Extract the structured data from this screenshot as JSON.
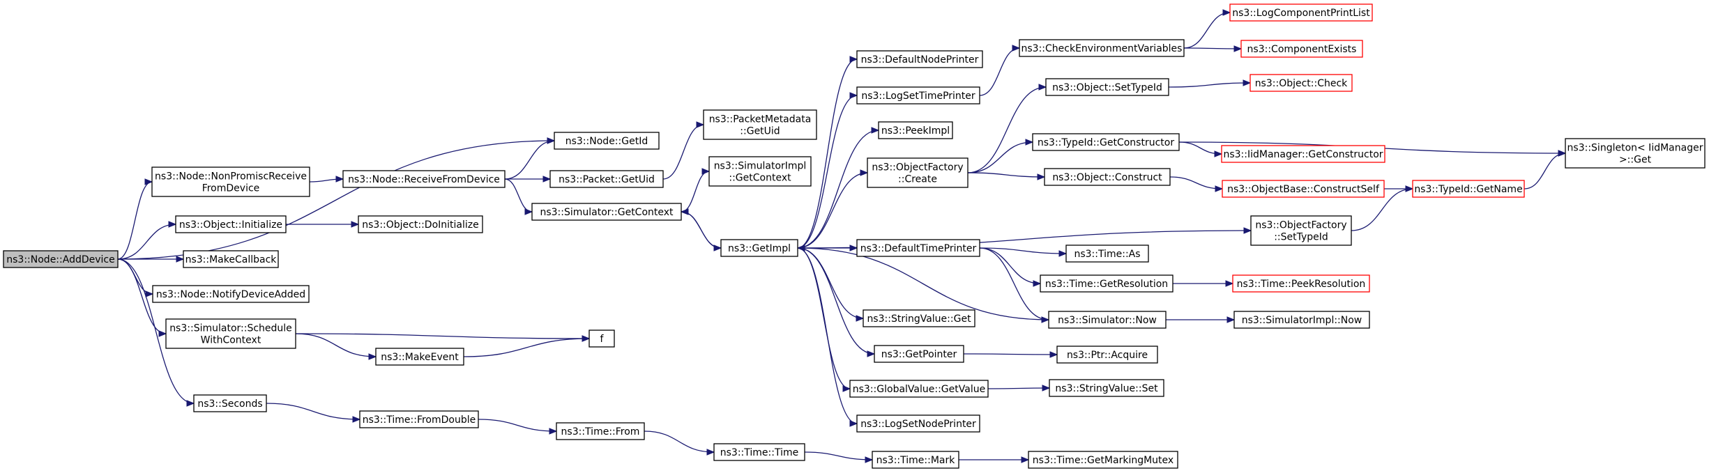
{
  "diagram": {
    "type": "call-graph",
    "colors": {
      "edge": "#191970",
      "node_border": "#000000",
      "undocumented_border": "#ff0000",
      "root_fill": "#bfbfbf",
      "node_fill": "#ffffff"
    },
    "nodes": [
      {
        "id": "root",
        "lines": [
          "ns3::Node::AddDevice"
        ],
        "style": "root"
      },
      {
        "id": "nodeGetId",
        "lines": [
          "ns3::Node::GetId"
        ],
        "style": "normal"
      },
      {
        "id": "nonPromisc",
        "lines": [
          "ns3::Node::NonPromiscReceive",
          "FromDevice"
        ],
        "style": "normal"
      },
      {
        "id": "receiveFrom",
        "lines": [
          "ns3::Node::ReceiveFromDevice"
        ],
        "style": "normal"
      },
      {
        "id": "packetGetUid",
        "lines": [
          "ns3::Packet::GetUid"
        ],
        "style": "normal"
      },
      {
        "id": "pmGetUid",
        "lines": [
          "ns3::PacketMetadata",
          "::GetUid"
        ],
        "style": "normal"
      },
      {
        "id": "simGetContext",
        "lines": [
          "ns3::Simulator::GetContext"
        ],
        "style": "normal"
      },
      {
        "id": "simImplGetContext",
        "lines": [
          "ns3::SimulatorImpl",
          "::GetContext"
        ],
        "style": "normal"
      },
      {
        "id": "objInit",
        "lines": [
          "ns3::Object::Initialize"
        ],
        "style": "normal"
      },
      {
        "id": "objDoInit",
        "lines": [
          "ns3::Object::DoInitialize"
        ],
        "style": "normal"
      },
      {
        "id": "makeCallback",
        "lines": [
          "ns3::MakeCallback"
        ],
        "style": "normal"
      },
      {
        "id": "notifyDevice",
        "lines": [
          "ns3::Node::NotifyDeviceAdded"
        ],
        "style": "normal"
      },
      {
        "id": "schedule",
        "lines": [
          "ns3::Simulator::Schedule",
          "WithContext"
        ],
        "style": "normal"
      },
      {
        "id": "makeEvent",
        "lines": [
          "ns3::MakeEvent"
        ],
        "style": "normal"
      },
      {
        "id": "f",
        "lines": [
          "f"
        ],
        "style": "normal"
      },
      {
        "id": "seconds",
        "lines": [
          "ns3::Seconds"
        ],
        "style": "normal"
      },
      {
        "id": "fromDouble",
        "lines": [
          "ns3::Time::FromDouble"
        ],
        "style": "normal"
      },
      {
        "id": "timeFrom",
        "lines": [
          "ns3::Time::From"
        ],
        "style": "normal"
      },
      {
        "id": "timeTime",
        "lines": [
          "ns3::Time::Time"
        ],
        "style": "normal"
      },
      {
        "id": "timeMark",
        "lines": [
          "ns3::Time::Mark"
        ],
        "style": "normal"
      },
      {
        "id": "getMarkingMutex",
        "lines": [
          "ns3::Time::GetMarkingMutex"
        ],
        "style": "normal"
      },
      {
        "id": "getImpl",
        "lines": [
          "ns3::GetImpl"
        ],
        "style": "normal"
      },
      {
        "id": "defaultNodePrinter",
        "lines": [
          "ns3::DefaultNodePrinter"
        ],
        "style": "normal"
      },
      {
        "id": "logSetTimePrinter",
        "lines": [
          "ns3::LogSetTimePrinter"
        ],
        "style": "normal"
      },
      {
        "id": "peekImpl",
        "lines": [
          "ns3::PeekImpl"
        ],
        "style": "normal"
      },
      {
        "id": "objFactoryCreate",
        "lines": [
          "ns3::ObjectFactory",
          "::Create"
        ],
        "style": "normal"
      },
      {
        "id": "defaultTimePrinter",
        "lines": [
          "ns3::DefaultTimePrinter"
        ],
        "style": "normal"
      },
      {
        "id": "stringValueGet",
        "lines": [
          "ns3::StringValue::Get"
        ],
        "style": "normal"
      },
      {
        "id": "getPointer",
        "lines": [
          "ns3::GetPointer"
        ],
        "style": "normal"
      },
      {
        "id": "globalValueGet",
        "lines": [
          "ns3::GlobalValue::GetValue"
        ],
        "style": "normal"
      },
      {
        "id": "logSetNodePrinter",
        "lines": [
          "ns3::LogSetNodePrinter"
        ],
        "style": "normal"
      },
      {
        "id": "checkEnv",
        "lines": [
          "ns3::CheckEnvironmentVariables"
        ],
        "style": "normal"
      },
      {
        "id": "logCompPrint",
        "lines": [
          "ns3::LogComponentPrintList"
        ],
        "style": "undocumented"
      },
      {
        "id": "compExists",
        "lines": [
          "ns3::ComponentExists"
        ],
        "style": "undocumented"
      },
      {
        "id": "objSetTypeId",
        "lines": [
          "ns3::Object::SetTypeId"
        ],
        "style": "normal"
      },
      {
        "id": "objCheck",
        "lines": [
          "ns3::Object::Check"
        ],
        "style": "undocumented"
      },
      {
        "id": "typeIdGetCtor",
        "lines": [
          "ns3::TypeId::GetConstructor"
        ],
        "style": "normal"
      },
      {
        "id": "iidGetCtor",
        "lines": [
          "ns3::IidManager::GetConstructor"
        ],
        "style": "undocumented"
      },
      {
        "id": "objConstruct",
        "lines": [
          "ns3::Object::Construct"
        ],
        "style": "normal"
      },
      {
        "id": "objBaseConstructSelf",
        "lines": [
          "ns3::ObjectBase::ConstructSelf"
        ],
        "style": "undocumented"
      },
      {
        "id": "typeIdGetName",
        "lines": [
          "ns3::TypeId::GetName"
        ],
        "style": "undocumented"
      },
      {
        "id": "singletonGet",
        "lines": [
          "ns3::Singleton< IidManager",
          ">::Get"
        ],
        "style": "normal"
      },
      {
        "id": "objFactorySetTypeId",
        "lines": [
          "ns3::ObjectFactory",
          "::SetTypeId"
        ],
        "style": "normal"
      },
      {
        "id": "timeAs",
        "lines": [
          "ns3::Time::As"
        ],
        "style": "normal"
      },
      {
        "id": "timeGetRes",
        "lines": [
          "ns3::Time::GetResolution"
        ],
        "style": "normal"
      },
      {
        "id": "timePeekRes",
        "lines": [
          "ns3::Time::PeekResolution"
        ],
        "style": "undocumented"
      },
      {
        "id": "simNow",
        "lines": [
          "ns3::Simulator::Now"
        ],
        "style": "normal"
      },
      {
        "id": "simImplNow",
        "lines": [
          "ns3::SimulatorImpl::Now"
        ],
        "style": "normal"
      },
      {
        "id": "ptrAcquire",
        "lines": [
          "ns3::Ptr::Acquire"
        ],
        "style": "normal"
      },
      {
        "id": "stringValueSet",
        "lines": [
          "ns3::StringValue::Set"
        ],
        "style": "normal"
      }
    ],
    "edges": [
      [
        "root",
        "nodeGetId"
      ],
      [
        "root",
        "nonPromisc"
      ],
      [
        "root",
        "objInit"
      ],
      [
        "root",
        "makeCallback"
      ],
      [
        "root",
        "notifyDevice"
      ],
      [
        "root",
        "schedule"
      ],
      [
        "root",
        "seconds"
      ],
      [
        "nonPromisc",
        "receiveFrom"
      ],
      [
        "receiveFrom",
        "nodeGetId"
      ],
      [
        "receiveFrom",
        "packetGetUid"
      ],
      [
        "receiveFrom",
        "simGetContext"
      ],
      [
        "packetGetUid",
        "pmGetUid"
      ],
      [
        "simGetContext",
        "simImplGetContext"
      ],
      [
        "simGetContext",
        "getImpl"
      ],
      [
        "objInit",
        "objDoInit"
      ],
      [
        "schedule",
        "f"
      ],
      [
        "schedule",
        "makeEvent"
      ],
      [
        "makeEvent",
        "f"
      ],
      [
        "seconds",
        "fromDouble"
      ],
      [
        "fromDouble",
        "timeFrom"
      ],
      [
        "timeFrom",
        "timeTime"
      ],
      [
        "timeTime",
        "timeMark"
      ],
      [
        "timeMark",
        "getMarkingMutex"
      ],
      [
        "getImpl",
        "simGetContext"
      ],
      [
        "getImpl",
        "defaultNodePrinter"
      ],
      [
        "getImpl",
        "logSetTimePrinter"
      ],
      [
        "getImpl",
        "peekImpl"
      ],
      [
        "getImpl",
        "objFactoryCreate"
      ],
      [
        "getImpl",
        "objFactorySetTypeId"
      ],
      [
        "getImpl",
        "defaultTimePrinter"
      ],
      [
        "getImpl",
        "stringValueGet"
      ],
      [
        "getImpl",
        "getPointer"
      ],
      [
        "getImpl",
        "globalValueGet"
      ],
      [
        "getImpl",
        "logSetNodePrinter"
      ],
      [
        "logSetTimePrinter",
        "checkEnv"
      ],
      [
        "checkEnv",
        "logCompPrint"
      ],
      [
        "checkEnv",
        "compExists"
      ],
      [
        "objFactoryCreate",
        "objSetTypeId"
      ],
      [
        "objFactoryCreate",
        "typeIdGetCtor"
      ],
      [
        "objFactoryCreate",
        "objConstruct"
      ],
      [
        "objSetTypeId",
        "objCheck"
      ],
      [
        "typeIdGetCtor",
        "iidGetCtor"
      ],
      [
        "typeIdGetCtor",
        "singletonGet"
      ],
      [
        "objConstruct",
        "objBaseConstructSelf"
      ],
      [
        "objBaseConstructSelf",
        "typeIdGetName"
      ],
      [
        "typeIdGetName",
        "singletonGet"
      ],
      [
        "objFactorySetTypeId",
        "typeIdGetName"
      ],
      [
        "defaultTimePrinter",
        "timeAs"
      ],
      [
        "defaultTimePrinter",
        "timeGetRes"
      ],
      [
        "defaultTimePrinter",
        "simNow"
      ],
      [
        "timeGetRes",
        "timePeekRes"
      ],
      [
        "simNow",
        "getImpl"
      ],
      [
        "simNow",
        "simImplNow"
      ],
      [
        "getPointer",
        "ptrAcquire"
      ],
      [
        "globalValueGet",
        "stringValueSet"
      ]
    ]
  }
}
